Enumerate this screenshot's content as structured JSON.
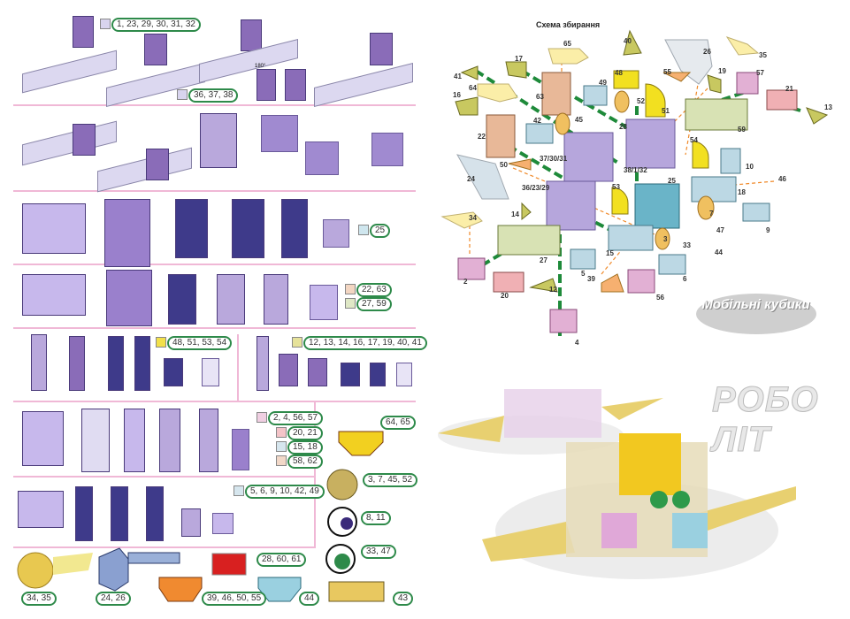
{
  "colors": {
    "divider": "#f0b8d6",
    "pill_border": "#2e8a4a",
    "purple": "#8a6cb8",
    "arrow_green": "#1e8a3a",
    "arrow_orange": "#f08a2a"
  },
  "left": {
    "legends": [
      {
        "text": "1, 23, 29, 30, 31, 32",
        "swatch": "#d8d4ee"
      },
      {
        "text": "36, 37, 38",
        "swatch": "#d8d4ee"
      },
      {
        "text": "25",
        "swatch": "#cfe6ee"
      },
      {
        "text": "22, 63",
        "swatch": "#f3d6c2"
      },
      {
        "text": "27, 59",
        "swatch": "#dfe8c6"
      },
      {
        "text": "48, 51, 53, 54",
        "swatch": "#f2e04a"
      },
      {
        "text": "12, 13, 14, 16, 17, 19, 40, 41",
        "swatch": "#e6e29a"
      },
      {
        "text": "2, 4, 56, 57",
        "swatch": "#f0cfe2"
      },
      {
        "text": "20, 21",
        "swatch": "#f4c4c8"
      },
      {
        "text": "15, 18",
        "swatch": "#d6e6ee"
      },
      {
        "text": "58, 62",
        "swatch": "#f2d8c8"
      },
      {
        "text": "5, 6, 9, 10, 42, 49",
        "swatch": "#d6e6ee"
      }
    ],
    "rotation_label": "180°",
    "decals": [
      "64, 65",
      "3, 7, 45, 52",
      "8, 11",
      "33, 47",
      "28, 60, 61",
      "43",
      "44",
      "39, 46, 50, 55",
      "34, 35",
      "24, 26"
    ]
  },
  "scheme": {
    "title": "Схема збирання",
    "labels": [
      "65",
      "40",
      "26",
      "35",
      "17",
      "41",
      "64",
      "48",
      "55",
      "19",
      "57",
      "49",
      "21",
      "16",
      "63",
      "52",
      "51",
      "13",
      "42",
      "45",
      "28",
      "59",
      "22",
      "54",
      "37/30/31",
      "10",
      "50",
      "38/1/32",
      "46",
      "24",
      "36/23/29",
      "25",
      "53",
      "18",
      "14",
      "34",
      "7",
      "47",
      "3",
      "9",
      "33",
      "44",
      "27",
      "15",
      "5",
      "2",
      "39",
      "6",
      "20",
      "12",
      "56",
      "4"
    ]
  },
  "logos": {
    "brand": "Мобільні кубики",
    "product": "РОБО ЛІТ"
  }
}
